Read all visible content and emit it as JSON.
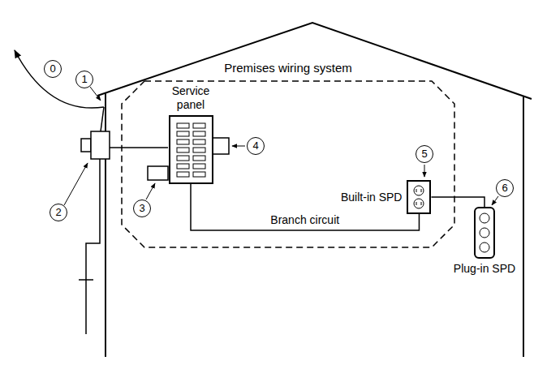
{
  "diagram": {
    "nodes": [
      {
        "text": [
          "Premises wiring system"
        ]
      },
      {
        "text": [
          "Service panel"
        ],
        "in": 0
      },
      {
        "text": [
          "Built-in SPD"
        ],
        "in": 0
      },
      {
        "text": [
          "Plug-in SPD"
        ]
      },
      {
        "text": [
          "0"
        ]
      },
      {
        "text": [
          "1"
        ]
      },
      {
        "text": [
          "2"
        ]
      },
      {
        "text": [
          "3"
        ],
        "in": 0
      },
      {
        "text": [
          "4"
        ],
        "in": 0
      },
      {
        "text": [
          "5"
        ],
        "in": 0
      },
      {
        "text": [
          "6"
        ]
      }
    ],
    "edges": [
      {
        "from": 1,
        "to": 2,
        "label": "Branch circuit",
        "arrow": "none"
      },
      {
        "from": 2,
        "to": 3,
        "arrow": "none"
      }
    ]
  }
}
